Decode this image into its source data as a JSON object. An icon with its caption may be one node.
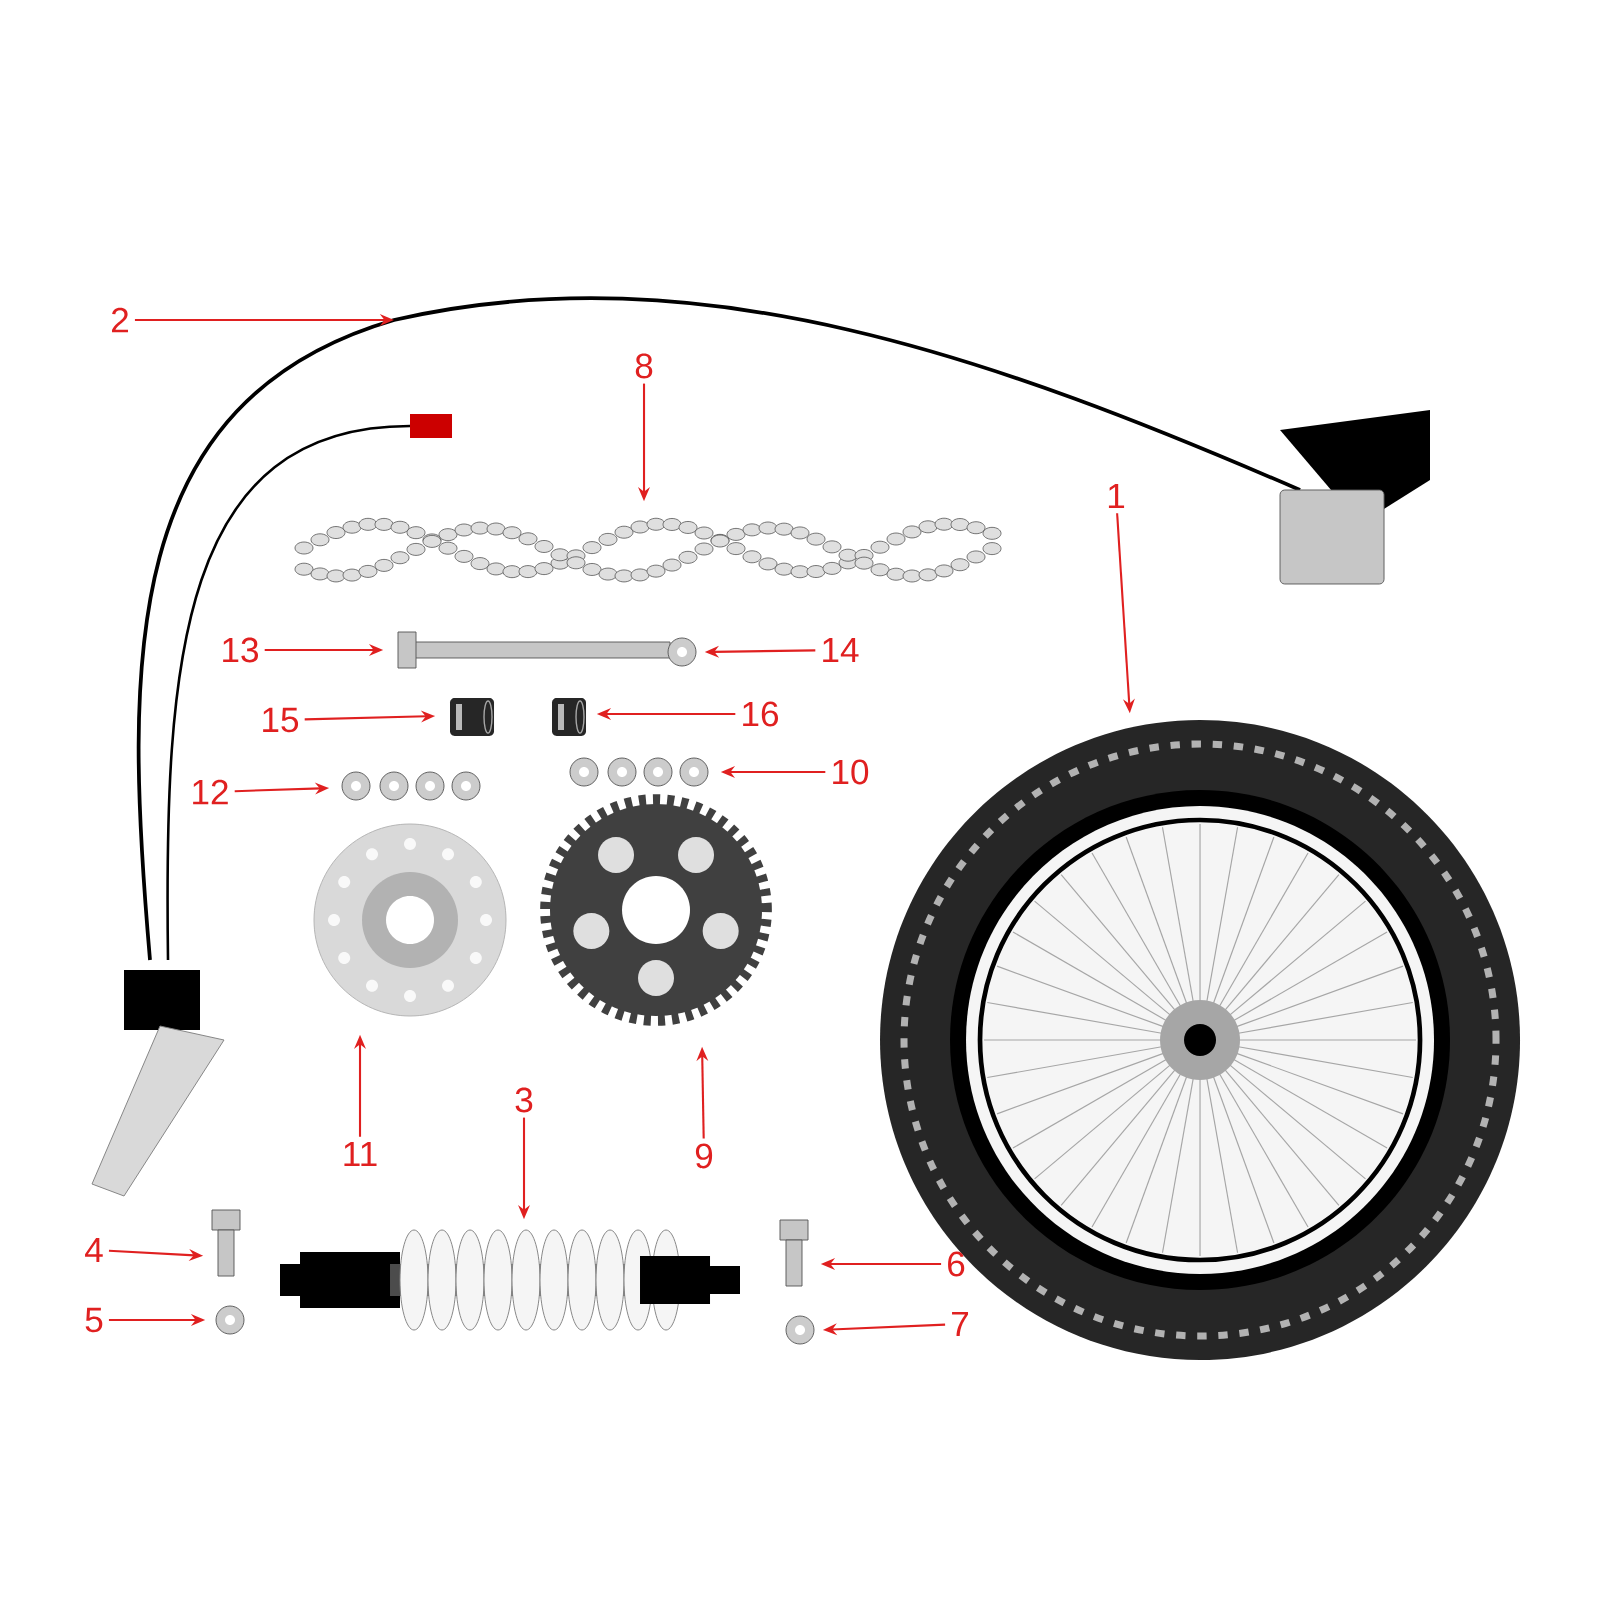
{
  "diagram": {
    "nodes": [
      {
        "text": [
          "1"
        ]
      },
      {
        "text": [
          "2"
        ]
      },
      {
        "text": [
          "3"
        ]
      },
      {
        "text": [
          "4"
        ]
      },
      {
        "text": [
          "5"
        ]
      },
      {
        "text": [
          "6"
        ]
      },
      {
        "text": [
          "7"
        ]
      },
      {
        "text": [
          "8"
        ]
      },
      {
        "text": [
          "9"
        ]
      },
      {
        "text": [
          "10"
        ]
      },
      {
        "text": [
          "11"
        ]
      },
      {
        "text": [
          "12"
        ]
      },
      {
        "text": [
          "13"
        ]
      },
      {
        "text": [
          "14"
        ]
      },
      {
        "text": [
          "15"
        ]
      },
      {
        "text": [
          "16"
        ]
      },
      {
        "text": [],
        "shape": "picture"
      },
      {
        "text": [],
        "shape": "picture"
      },
      {
        "text": [],
        "shape": "picture"
      },
      {
        "text": [],
        "shape": "picture"
      },
      {
        "text": [],
        "shape": "picture"
      },
      {
        "text": [],
        "shape": "picture"
      },
      {
        "text": [],
        "shape": "picture"
      },
      {
        "text": [],
        "shape": "picture"
      },
      {
        "text": [],
        "shape": "picture"
      },
      {
        "text": [],
        "shape": "picture"
      },
      {
        "text": [],
        "shape": "picture"
      },
      {
        "text": [],
        "shape": "picture"
      },
      {
        "text": [],
        "shape": "picture"
      },
      {
        "text": [],
        "shape": "picture"
      },
      {
        "text": [],
        "shape": "picture"
      }
    ],
    "edges": [
      {
        "from": 0,
        "to": 16,
        "arrow": "to"
      },
      {
        "from": 1,
        "to": null,
        "arrow": "to"
      },
      {
        "from": 2,
        "to": 17,
        "arrow": "to"
      },
      {
        "from": 3,
        "to": 18,
        "arrow": "to"
      },
      {
        "from": 4,
        "to": 19,
        "arrow": "to"
      },
      {
        "from": 5,
        "to": 20,
        "arrow": "to"
      },
      {
        "from": 6,
        "to": 21,
        "arrow": "to"
      },
      {
        "from": 7,
        "to": 22,
        "arrow": "to"
      },
      {
        "from": 8,
        "to": 23,
        "arrow": "to"
      },
      {
        "from": 9,
        "to": 24,
        "arrow": "to"
      },
      {
        "from": 10,
        "to": 25,
        "arrow": "to"
      },
      {
        "from": 11,
        "to": 26,
        "arrow": "to"
      },
      {
        "from": 12,
        "to": 27,
        "arrow": "to"
      },
      {
        "from": 13,
        "to": 28,
        "arrow": "to"
      },
      {
        "from": 14,
        "to": 29,
        "arrow": "to"
      },
      {
        "from": 15,
        "to": 30,
        "arrow": "to"
      }
    ]
  }
}
